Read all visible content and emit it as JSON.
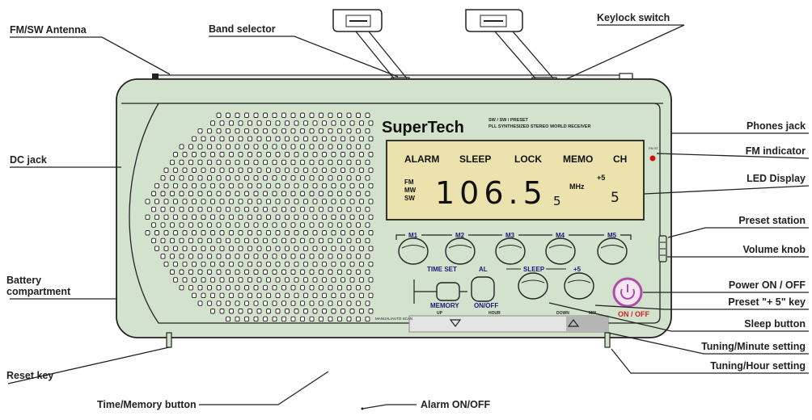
{
  "brand": {
    "name": "SuperTech",
    "model_line1": "SW / SW / PRESET",
    "model_line2": "PLL SYNTHESIZED STEREO WORLD RECEIVER"
  },
  "display": {
    "indicators": [
      "ALARM",
      "SLEEP",
      "LOCK",
      "MEMO",
      "CH"
    ],
    "bands": [
      "FM",
      "MW",
      "SW"
    ],
    "frequency": "106.5",
    "frequency_sub": "5",
    "unit": "MHz",
    "plus_label": "+5",
    "channel": "5"
  },
  "preset_buttons": [
    "M1",
    "M2",
    "M3",
    "M4",
    "M5"
  ],
  "function_buttons": {
    "time_set": "TIME SET",
    "memory": "MEMORY",
    "al": "AL",
    "on_off": "ON/OFF",
    "sleep": "SLEEP",
    "plus5": "+5"
  },
  "tuning": {
    "left_label": "MANUAL/AUTO SCAN",
    "up": "UP",
    "hour": "HOUR",
    "down": "DOWN",
    "min": "MIN"
  },
  "power_label": "ON / OFF",
  "fm_indicator_label": "FM ST",
  "callouts": {
    "antenna": "FM/SW Antenna",
    "band_selector": "Band selector",
    "keylock": "Keylock switch",
    "dc_jack": "DC jack",
    "battery": "Battery\ncompartment",
    "reset": "Reset key",
    "time_memory": "Time/Memory button",
    "alarm": "Alarm ON/OFF",
    "phones": "Phones jack",
    "fm_indicator": "FM indicator",
    "led_display": "LED Display",
    "preset_station": "Preset station",
    "volume": "Volume knob",
    "power": "Power ON / OFF",
    "preset_plus5": "Preset \"+ 5\" key",
    "sleep_button": "Sleep button",
    "tuning_minute": "Tuning/Minute setting",
    "tuning_hour": "Tuning/Hour setting"
  },
  "colors": {
    "body": "#d3e2cc",
    "display": "#ece2ad",
    "outline": "#222222",
    "power_ring": "#b04aa8",
    "power_label": "#cc2222",
    "indicator": "#cc1111"
  }
}
